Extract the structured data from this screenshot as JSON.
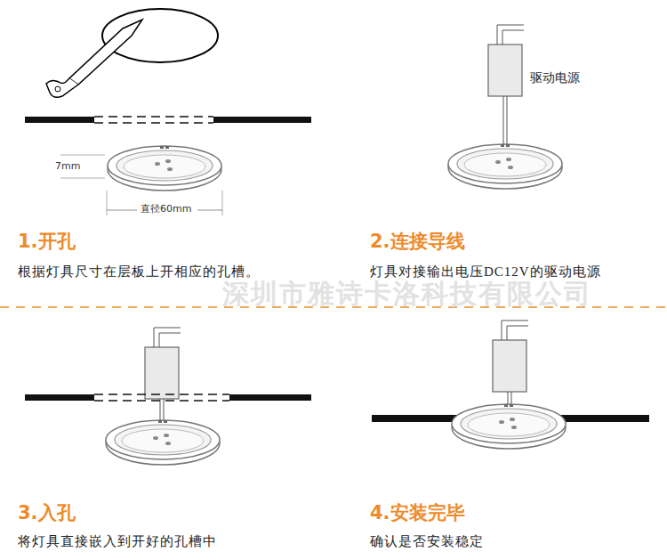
{
  "diagram": {
    "labels": [
      "7mm",
      "直径60mm",
      "驱动电源",
      "1.开孔",
      "根据灯具尺寸在层板上开相应的孔槽。",
      "2.连接导线",
      "灯具对接输出电压DC12V的驱动电源",
      "3.入孔",
      "将灯具直接嵌入到开好的孔槽中",
      "4.安装完毕",
      "确认是否安装稳定",
      "深圳市雅诗卡洛科技有限公司"
    ]
  }
}
